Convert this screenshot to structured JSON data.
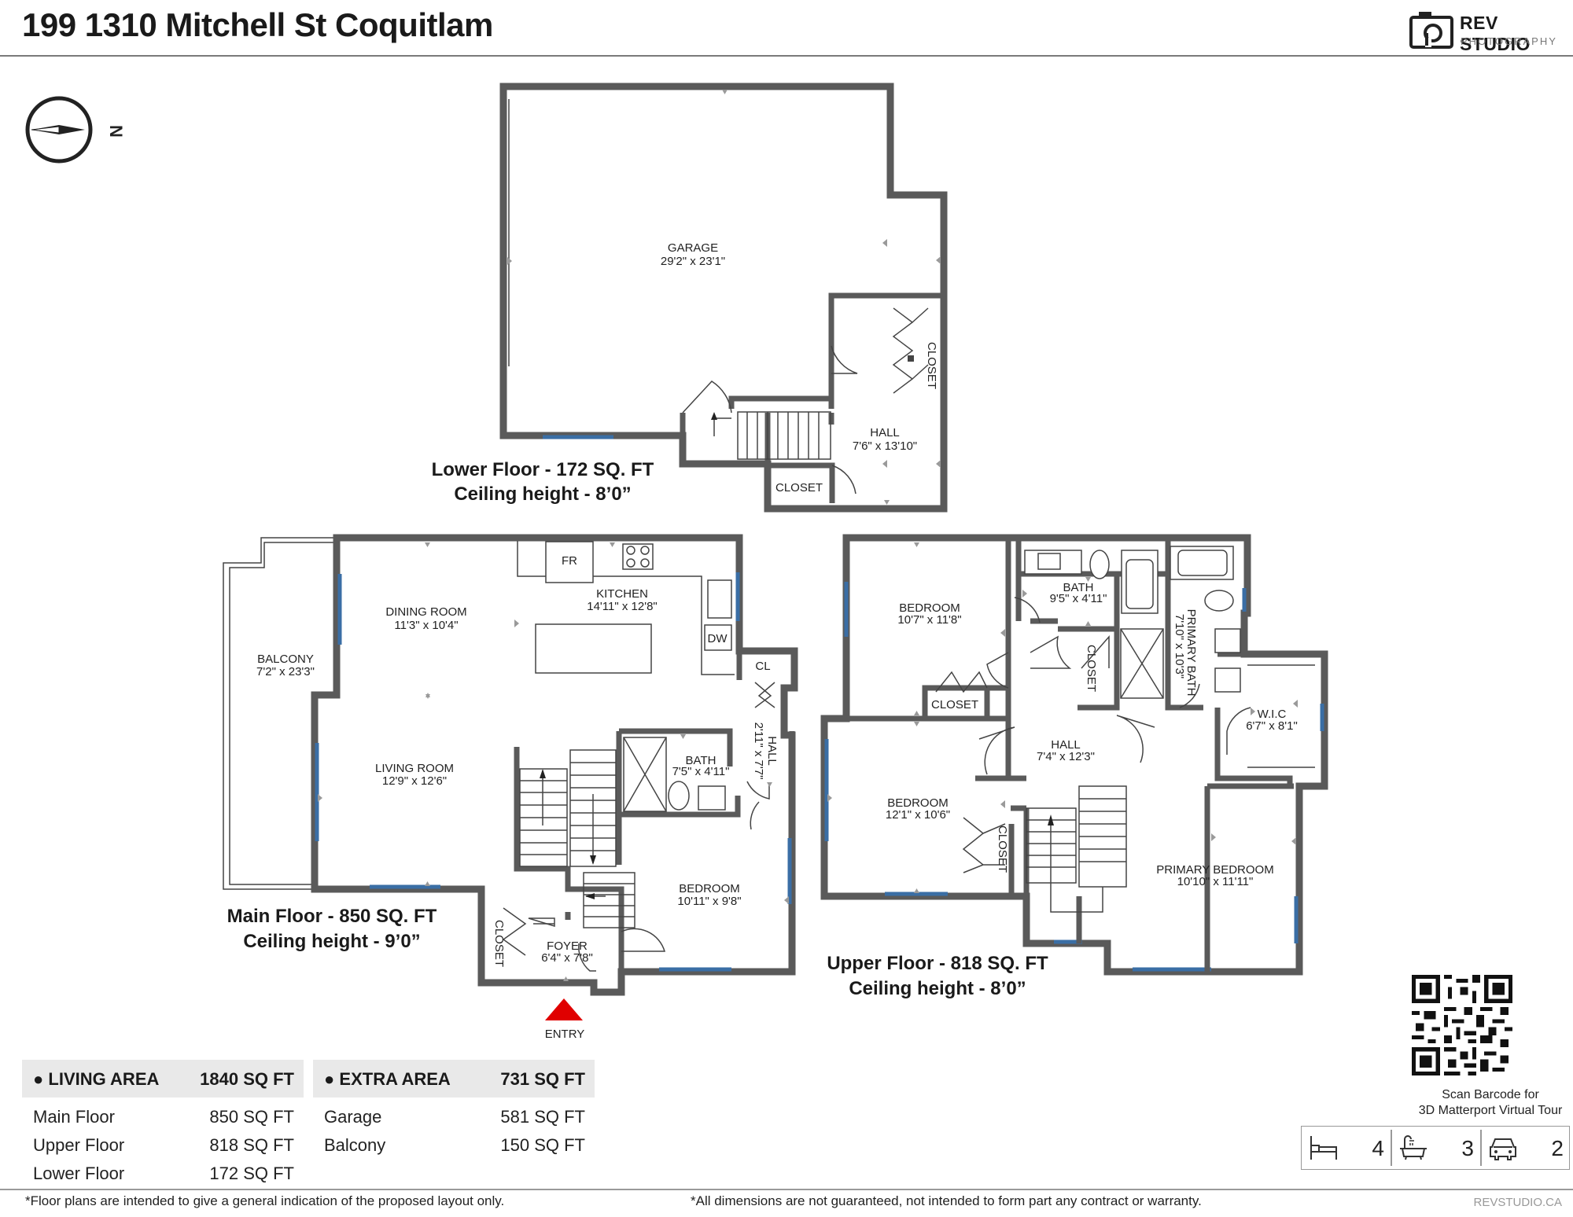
{
  "header": {
    "address": "199 1310 Mitchell St Coquitlam",
    "brand_name": "REV STUDIO",
    "brand_sub": "PHOTOGRAPHY"
  },
  "compass": {
    "label": "N"
  },
  "rooms": {
    "garage": {
      "name": "GARAGE",
      "dims": "29'2\" x 23'1\""
    },
    "lower_closet": {
      "name": "CLOSET"
    },
    "lower_hall": {
      "name": "HALL",
      "dims": "7'6\" x 13'10\""
    },
    "lower_closet_bottom": {
      "name": "CLOSET"
    },
    "balcony": {
      "name": "BALCONY",
      "dims": "7'2\" x 23'3\""
    },
    "dining": {
      "name": "DINING ROOM",
      "dims": "11'3\" x 10'4\""
    },
    "kitchen": {
      "name": "KITCHEN",
      "dims": "14'11\" x 12'8\""
    },
    "fridge": {
      "name": "FR"
    },
    "dishwasher": {
      "name": "DW"
    },
    "cl": {
      "name": "CL"
    },
    "main_hall": {
      "name": "HALL",
      "dims": "2'11\" x 7'7\""
    },
    "living": {
      "name": "LIVING ROOM",
      "dims": "12'9\" x 12'6\""
    },
    "main_bath": {
      "name": "BATH",
      "dims": "7'5\" x 4'11\""
    },
    "main_bedroom": {
      "name": "BEDROOM",
      "dims": "10'11\" x 9'8\""
    },
    "main_closet": {
      "name": "CLOSET"
    },
    "foyer": {
      "name": "FOYER",
      "dims": "6'4\" x 7'8\""
    },
    "entry": {
      "name": "ENTRY"
    },
    "up_bed1": {
      "name": "BEDROOM",
      "dims": "10'7\" x 11'8\""
    },
    "up_closet1": {
      "name": "CLOSET"
    },
    "up_bath": {
      "name": "BATH",
      "dims": "9'5\" x 4'11\""
    },
    "up_closet2": {
      "name": "CLOSET"
    },
    "primary_bath": {
      "name": "PRIMARY BATH",
      "dims": "7'10\" x 10'3\""
    },
    "wic": {
      "name": "W.I.C",
      "dims": "6'7\" x 8'1\""
    },
    "up_hall": {
      "name": "HALL",
      "dims": "7'4\" x 12'3\""
    },
    "up_bed2": {
      "name": "BEDROOM",
      "dims": "12'1\" x 10'6\""
    },
    "up_closet3": {
      "name": "CLOSET"
    },
    "primary_bed": {
      "name": "PRIMARY BEDROOM",
      "dims": "10'10\" x 11'11\""
    }
  },
  "floors": {
    "lower": {
      "title": "Lower Floor - 172 SQ. FT",
      "ceiling": "Ceiling height - 8’0”"
    },
    "main": {
      "title": "Main Floor - 850 SQ. FT",
      "ceiling": "Ceiling height - 9’0”"
    },
    "upper": {
      "title": "Upper Floor - 818 SQ. FT",
      "ceiling": "Ceiling height - 8’0”"
    }
  },
  "living_area": {
    "label": "LIVING AREA",
    "total": "1840 SQ FT",
    "rows": [
      {
        "label": "Main Floor",
        "value": "850 SQ FT"
      },
      {
        "label": "Upper Floor",
        "value": "818 SQ FT"
      },
      {
        "label": "Lower Floor",
        "value": "172 SQ FT"
      }
    ]
  },
  "extra_area": {
    "label": "EXTRA AREA",
    "total": "731 SQ FT",
    "rows": [
      {
        "label": "Garage",
        "value": "581 SQ FT"
      },
      {
        "label": "Balcony",
        "value": "150 SQ FT"
      }
    ]
  },
  "qr": {
    "line1": "Scan Barcode for",
    "line2": "3D Matterport Virtual Tour"
  },
  "counts": {
    "bedrooms": "4",
    "bathrooms": "3",
    "parking": "2"
  },
  "icons": {
    "bed": "bed-icon",
    "bath": "bathtub-icon",
    "car": "car-icon",
    "compass": "compass-icon",
    "camera": "camera-logo-icon"
  },
  "colors": {
    "wall": "#5a5a5a",
    "window": "#3a6ea5",
    "entry": "#e00000",
    "table_header": "#e9e9e9"
  },
  "footer": {
    "disclaimer_left": "*Floor plans are intended to give a general indication of the proposed layout only.",
    "disclaimer_right": "*All dimensions are not guaranteed, not intended to form part any contract or warranty.",
    "website": "REVSTUDIO.CA"
  }
}
